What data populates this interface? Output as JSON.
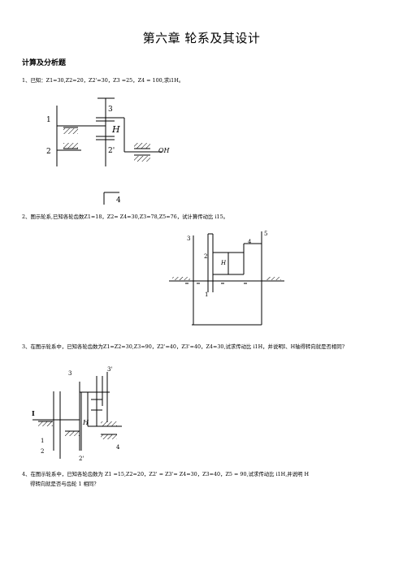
{
  "title": "第六章 轮系及其设计",
  "section": "计算及分析题",
  "q1": "1、已知：Z1=30,Z2=20，Z2'=30，Z3 =25，Z4 = 100,求i1H。",
  "q2": "2、图示轮系,已知各轮齿数Z1=18，Z2= Z4=30,Z3=78,Z5=76，试计算传动比 i15。",
  "q3": "3、在图示轮系中，已知各轮齿数为Z1=Z2=30,Z3=90，Z2'=40，Z3'=40，Z4=30,试求传动比 i1H，并说明I、H轴得转向就是否相同?",
  "q4a": "4、在图示轮系中，已知各轮齿数为 Z1 =15,Z2=20，Z2' = Z3'= Z4=30，Z3=40，Z5 = 90,试求传动比 i1H,并说明 H",
  "q4b": "得转向就是否与齿轮 1 相同？",
  "fig1": {
    "l1": "1",
    "l2": "2",
    "l2p": "2'",
    "l3": "3",
    "lH": "H",
    "lOH": "OH",
    "l4": "4"
  },
  "fig2": {
    "l1": "1",
    "l2": "2",
    "l3": "3",
    "l4": "4",
    "l5": "5",
    "lH": "H"
  },
  "fig3": {
    "l1": "1",
    "l2": "2",
    "l2p": "2'",
    "l3": "3",
    "l3p": "3'",
    "l4": "4",
    "lI": "I",
    "lH": "H"
  }
}
